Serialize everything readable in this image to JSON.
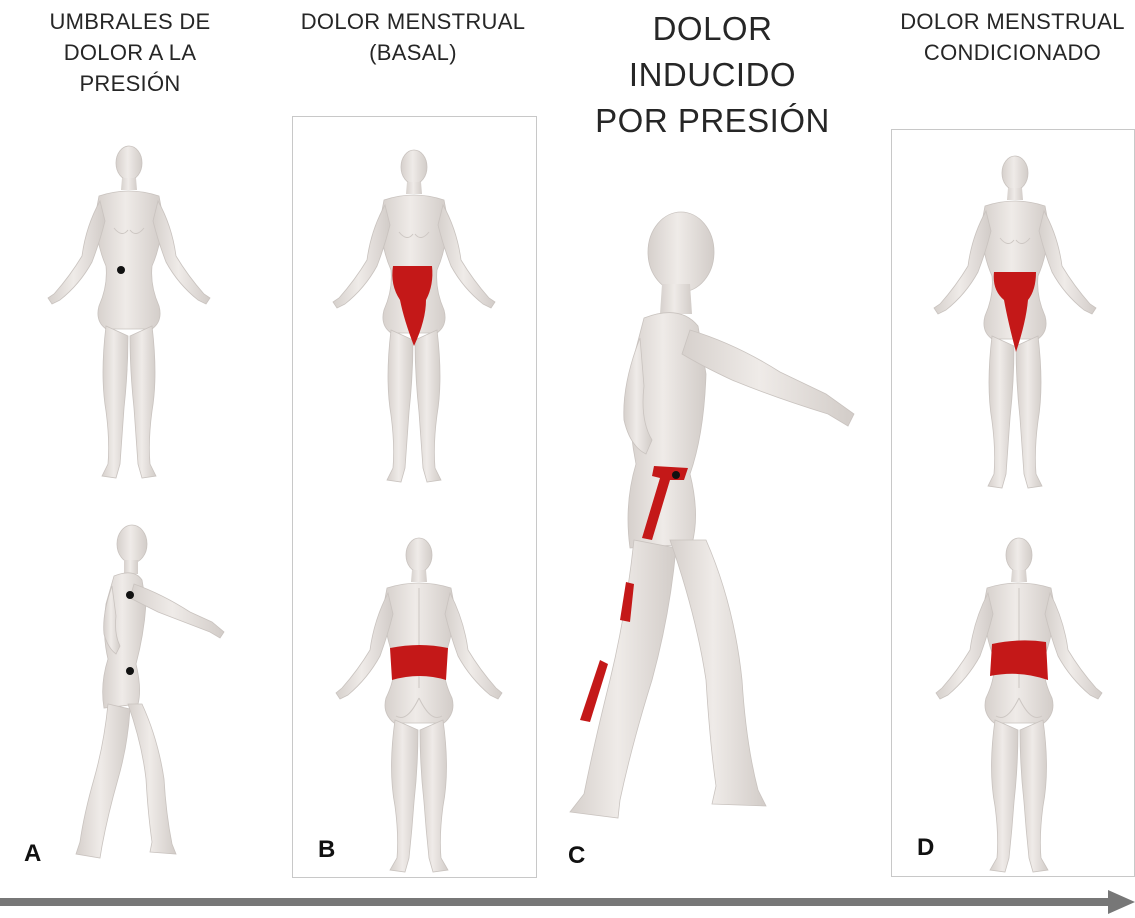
{
  "headings": {
    "a": [
      "UMBRALES DE",
      "DOLOR A LA",
      "PRESIÓN"
    ],
    "b": [
      "DOLOR MENSTRUAL",
      "(BASAL)"
    ],
    "c": [
      "DOLOR",
      "INDUCIDO",
      "POR PRESIÓN"
    ],
    "d": [
      "DOLOR MENSTRUAL",
      "CONDICIONADO"
    ]
  },
  "panel_letters": {
    "a": "A",
    "b": "B",
    "c": "C",
    "d": "D"
  },
  "colors": {
    "body": "#e9e5e2",
    "body_shade": "#cfc9c5",
    "pain": "#c41818",
    "marker": "#111111",
    "arrow": "#777777",
    "frame": "#c8c8c8"
  },
  "figures": [
    {
      "panel": "A",
      "view": "front",
      "markers": [
        "lower-abdomen point"
      ]
    },
    {
      "panel": "A",
      "view": "side",
      "markers": [
        "shoulder point",
        "lower-back point"
      ]
    },
    {
      "panel": "B",
      "view": "front",
      "pain_area": "lower abdomen"
    },
    {
      "panel": "B",
      "view": "back",
      "pain_area": "lower back"
    },
    {
      "panel": "C",
      "view": "side-walking",
      "pain_area": "hip, thigh, lower leg",
      "markers": [
        "hip point"
      ]
    },
    {
      "panel": "D",
      "view": "front",
      "pain_area": "lower abdomen"
    },
    {
      "panel": "D",
      "view": "back",
      "pain_area": "lower back"
    }
  ]
}
